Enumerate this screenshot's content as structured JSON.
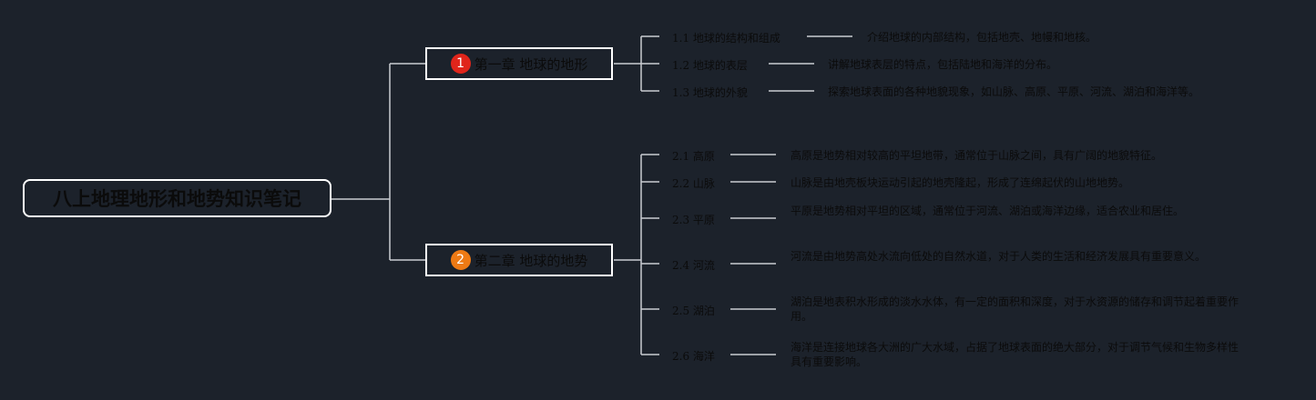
{
  "root": {
    "title": "八上地理地形和地势知识笔记"
  },
  "colors": {
    "background": "#1c222b",
    "line": "#c9ccd1",
    "badge1": "#e0251b",
    "badge2": "#ee7a14"
  },
  "chapters": [
    {
      "number": "1",
      "title": "第一章 地球的地形",
      "topics": [
        {
          "label": "1.1 地球的结构和组成",
          "desc": "介绍地球的内部结构，包括地壳、地幔和地核。"
        },
        {
          "label": "1.2 地球的表层",
          "desc": "讲解地球表层的特点，包括陆地和海洋的分布。"
        },
        {
          "label": "1.3 地球的外貌",
          "desc": "探索地球表面的各种地貌现象，如山脉、高原、平原、河流、湖泊和海洋等。"
        }
      ]
    },
    {
      "number": "2",
      "title": "第二章 地球的地势",
      "topics": [
        {
          "label": "2.1 高原",
          "desc": "高原是地势相对较高的平坦地带，通常位于山脉之间，具有广阔的地貌特征。"
        },
        {
          "label": "2.2 山脉",
          "desc": "山脉是由地壳板块运动引起的地壳隆起，形成了连绵起伏的山地地势。"
        },
        {
          "label": "2.3 平原",
          "desc": "平原是地势相对平坦的区域，通常位于河流、湖泊或海洋边缘，适合农业和居住。"
        },
        {
          "label": "2.4 河流",
          "desc": "河流是由地势高处水流向低处的自然水道，对于人类的生活和经济发展具有重要意义。"
        },
        {
          "label": "2.5 湖泊",
          "desc": "湖泊是地表积水形成的淡水水体，有一定的面积和深度，对于水资源的储存和调节起着重要作用。"
        },
        {
          "label": "2.6 海洋",
          "desc": "海洋是连接地球各大洲的广大水域，占据了地球表面的绝大部分，对于调节气候和生物多样性具有重要影响。"
        }
      ]
    }
  ]
}
